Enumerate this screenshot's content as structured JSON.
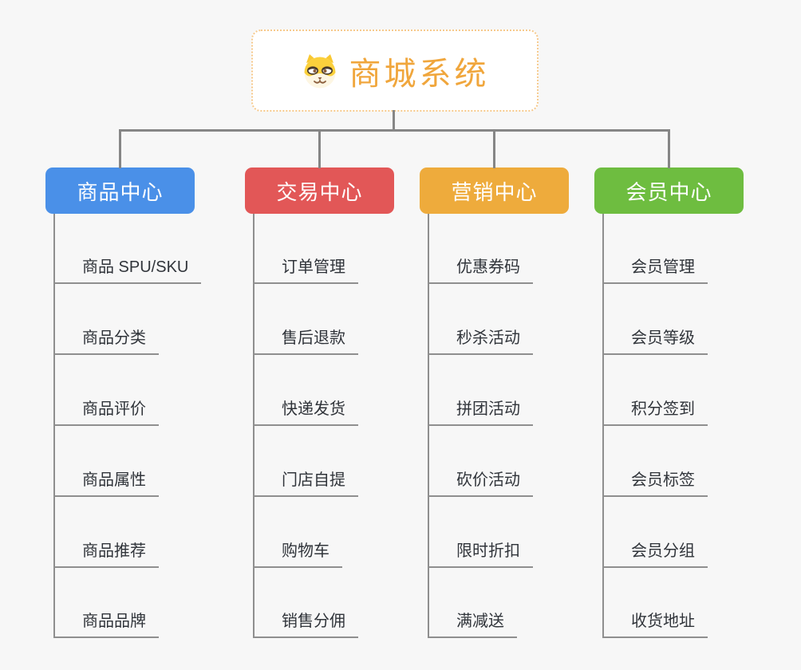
{
  "root": {
    "title": "商城系统",
    "icon": "dog-face-icon",
    "title_color": "#f0a63c",
    "border_color": "#f6c98c"
  },
  "branches": [
    {
      "label": "商品中心",
      "color": "#4a90e8",
      "items": [
        "商品 SPU/SKU",
        "商品分类",
        "商品评价",
        "商品属性",
        "商品推荐",
        "商品品牌"
      ]
    },
    {
      "label": "交易中心",
      "color": "#e25757",
      "items": [
        "订单管理",
        "售后退款",
        "快递发货",
        "门店自提",
        "购物车",
        "销售分佣"
      ]
    },
    {
      "label": "营销中心",
      "color": "#eeab3c",
      "items": [
        "优惠券码",
        "秒杀活动",
        "拼团活动",
        "砍价活动",
        "限时折扣",
        "满减送"
      ]
    },
    {
      "label": "会员中心",
      "color": "#6ebd40",
      "items": [
        "会员管理",
        "会员等级",
        "积分签到",
        "会员标签",
        "会员分组",
        "收货地址"
      ]
    }
  ],
  "colors": {
    "background": "#f7f7f7",
    "connector": "#868686",
    "item_underline": "#8f8f8f",
    "item_text": "#30343a",
    "dog_yellow": "#fbd03c",
    "dog_cream": "#fdf6e3",
    "dog_brown": "#8b5e3c"
  }
}
